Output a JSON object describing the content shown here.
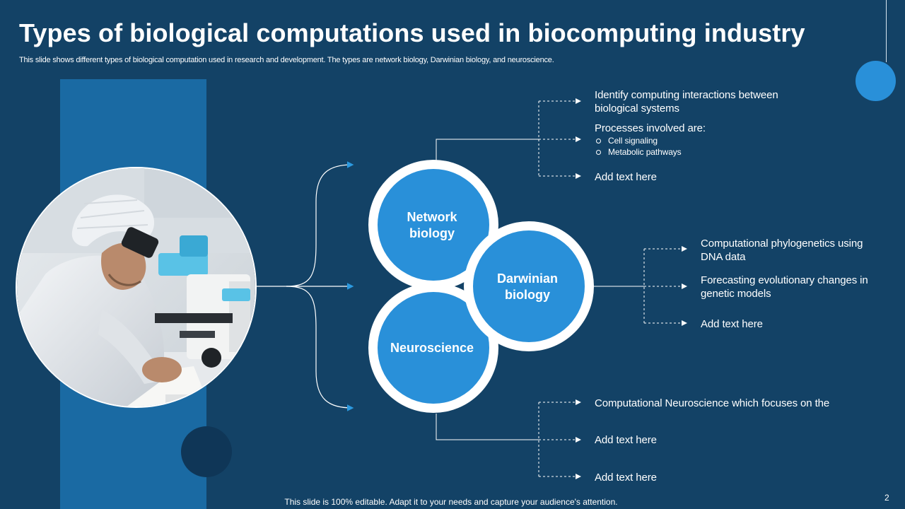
{
  "header": {
    "title": "Types of biological computations used in biocomputing industry",
    "subtitle": "This slide shows different types of biological computation used in research and development. The types are network biology, Darwinian biology, and neuroscience."
  },
  "image": {
    "icon": "scientist-microscope-photo"
  },
  "colors": {
    "background": "#134266",
    "accent": "#2990d9",
    "stripe": "#1a6aa3"
  },
  "circles": [
    {
      "label": "Network\nbiology"
    },
    {
      "label": "Darwinian\nbiology"
    },
    {
      "label": "Neuroscience"
    }
  ],
  "network": {
    "items": [
      {
        "text": "Identify computing interactions between biological systems"
      },
      {
        "text": "Processes involved are:",
        "bullets": [
          "Cell signaling",
          "Metabolic pathways"
        ]
      },
      {
        "text": "Add text here"
      }
    ]
  },
  "darwinian": {
    "items": [
      {
        "text": "Computational phylogenetics using DNA data"
      },
      {
        "text": "Forecasting evolutionary changes in genetic models"
      },
      {
        "text": "Add text here"
      }
    ]
  },
  "neuroscience": {
    "items": [
      {
        "text": "Computational Neuroscience which focuses on the"
      },
      {
        "text": "Add text here"
      },
      {
        "text": "Add text here"
      }
    ]
  },
  "footer": {
    "note": "This slide is 100% editable. Adapt it to your needs and capture your audience's attention.",
    "page": "2"
  }
}
